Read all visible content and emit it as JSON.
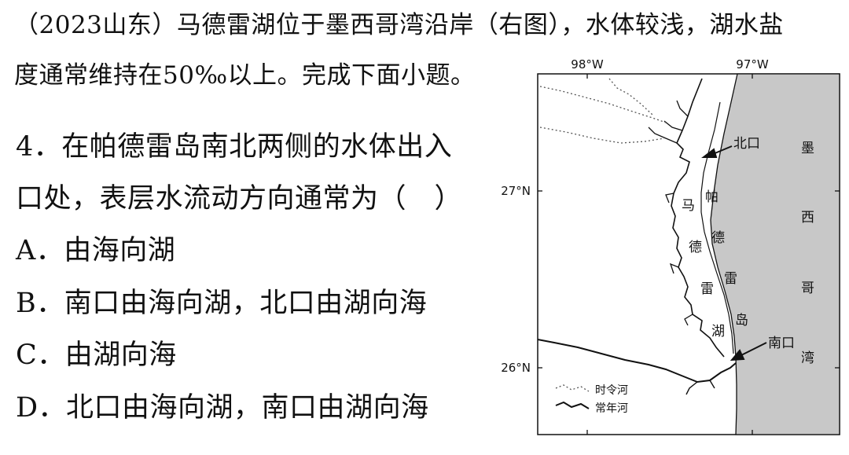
{
  "question": {
    "intro_line1": "（2023山东）马德雷湖位于墨西哥湾沿岸（右图），水体较浅，湖水盐",
    "intro_line2": "度通常维持在50‰以上。完成下面小题。",
    "stem_line1": "4．在帕德雷岛南北两侧的水体出入",
    "stem_line2": "口处，表层水流动方向通常为（　）",
    "options": [
      "A．由海向湖",
      "B．南口由海向湖，北口由湖向海",
      "C．由湖向海",
      "D．北口由海向湖，南口由湖向海"
    ]
  },
  "map": {
    "lon_labels": [
      "98°W",
      "97°W"
    ],
    "lat_labels": [
      "27°N",
      "26°N"
    ],
    "north_inlet": "北口",
    "south_inlet": "南口",
    "island_chars": [
      "帕",
      "德",
      "雷",
      "岛"
    ],
    "lagoon_chars": [
      "马",
      "德",
      "雷",
      "湖"
    ],
    "gulf_chars": [
      "墨",
      "西",
      "哥",
      "湾"
    ],
    "legend": {
      "intermittent": "时令河",
      "perennial": "常年河"
    },
    "colors": {
      "sea": "#c8c8c8",
      "land": "#ffffff",
      "line": "#111111"
    }
  }
}
